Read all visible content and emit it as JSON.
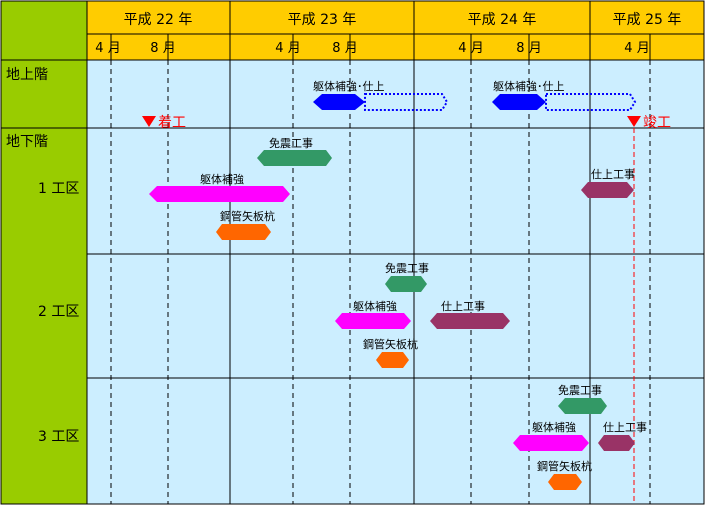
{
  "colors": {
    "header_bg": "#ffcc00",
    "left_bg": "#99cc00",
    "body_bg": "#cceeff",
    "grid": "#000000",
    "milestone": "#ff0000",
    "foundation_bar": "#ff00ff",
    "seismic_bar": "#339966",
    "finish_bar": "#993366",
    "steel_bar": "#ff6600",
    "above_bar": "#0000ff"
  },
  "header": {
    "years": [
      "平成 22 年",
      "平成 23 年",
      "平成 24 年",
      "平成 25 年"
    ],
    "months": [
      "4 月",
      "8 月",
      "4 月",
      "8 月",
      "4 月",
      "8 月",
      "4 月"
    ]
  },
  "rows": {
    "above_ground": "地上階",
    "below_ground": "地下階",
    "zone1": "1 工区",
    "zone2": "2 工区",
    "zone3": "3 工区"
  },
  "milestones": {
    "start": "着工",
    "completion": "竣工"
  },
  "tasks": {
    "above_1": "躯体補強･仕上",
    "above_2": "躯体補強･仕上",
    "z1_seismic": "免震工事",
    "z1_foundation": "躯体補強",
    "z1_steel": "鋼管矢板杭",
    "z1_finish": "仕上工事",
    "z2_seismic": "免震工事",
    "z2_foundation": "躯体補強",
    "z2_steel": "鋼管矢板杭",
    "z2_finish": "仕上工事",
    "z3_seismic": "免震工事",
    "z3_foundation": "躯体補強",
    "z3_steel": "鋼管矢板杭",
    "z3_finish": "仕上工事"
  }
}
